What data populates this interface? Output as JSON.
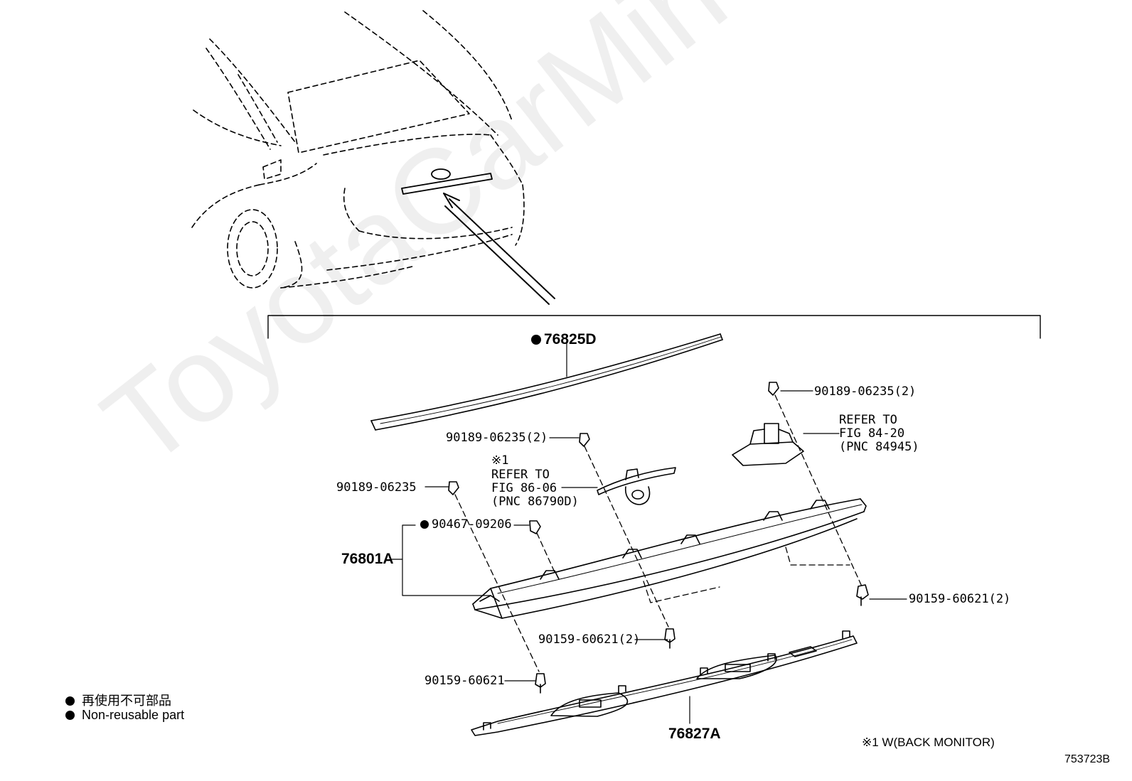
{
  "watermark": "ToyotaCarMine.ru",
  "parts": {
    "p76825D": "76825D",
    "p90189_a": "90189-06235(2)",
    "p90189_b": "90189-06235(2)",
    "p90189_c": "90189-06235",
    "p90467": "90467-09206",
    "p76801A": "76801A",
    "p90159_a": "90159-60621(2)",
    "p90159_b": "90159-60621(2)",
    "p90159_c": "90159-60621",
    "p76827A": "76827A"
  },
  "refs": {
    "ref1_mark": "※1",
    "ref1_line1": "REFER TO",
    "ref1_line2": "FIG 86-06",
    "ref1_line3": "(PNC 86790D)",
    "ref2_line1": "REFER TO",
    "ref2_line2": "FIG 84-20",
    "ref2_line3": "(PNC 84945)"
  },
  "legend": {
    "jp": "再使用不可部品",
    "en": "Non-reusable part"
  },
  "footnote": "※1 W(BACK MONITOR)",
  "figure_number": "753723B"
}
